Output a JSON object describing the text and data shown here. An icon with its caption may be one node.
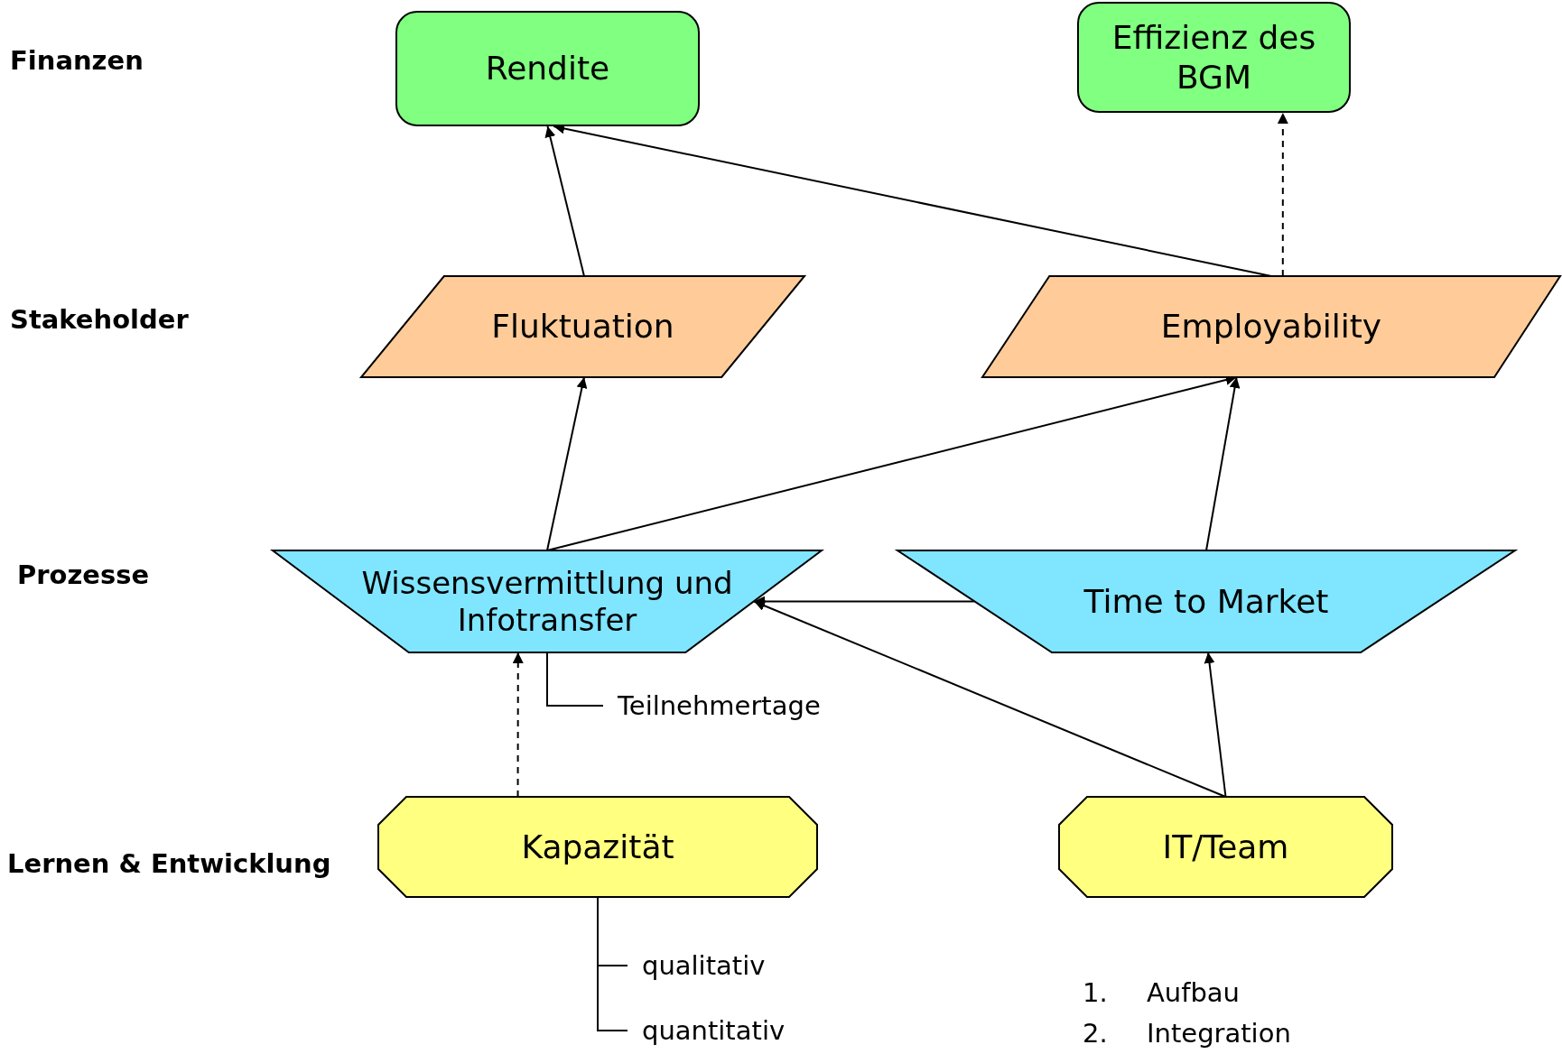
{
  "diagram": {
    "nodes": [
      {
        "text": [
          "Rendite"
        ]
      },
      {
        "text": [
          "Effizienz des BGM"
        ]
      },
      {
        "text": [
          "Fluktuation"
        ]
      },
      {
        "text": [
          "Employability"
        ]
      },
      {
        "text": [
          "Wissensvermittlung und Infotransfer"
        ]
      },
      {
        "text": [
          "Time to Market"
        ]
      },
      {
        "text": [
          "Teilnehmertage"
        ]
      },
      {
        "text": [
          "Kapazität"
        ]
      },
      {
        "text": [
          "IT/Team"
        ]
      },
      {
        "text": [
          "qualitativ"
        ]
      },
      {
        "text": [
          "quantitativ"
        ]
      }
    ],
    "edges": [
      {
        "from": 2,
        "to": 0,
        "arrow": "to"
      },
      {
        "from": 3,
        "to": 0,
        "arrow": "to"
      },
      {
        "from": 3,
        "to": 1,
        "arrow": "to",
        "style": "dashed"
      },
      {
        "from": 4,
        "to": 2,
        "arrow": "to"
      },
      {
        "from": 4,
        "to": 3,
        "arrow": "to"
      },
      {
        "from": 5,
        "to": 3,
        "arrow": "to"
      },
      {
        "from": 5,
        "to": 4,
        "arrow": "to"
      },
      {
        "from": 8,
        "to": 4,
        "arrow": "to"
      },
      {
        "from": 8,
        "to": 5,
        "arrow": "to"
      },
      {
        "from": 7,
        "to": 4,
        "arrow": "to",
        "style": "dashed"
      },
      {
        "from": 6,
        "to": 4,
        "arrow": "none"
      },
      {
        "from": 9,
        "to": 7,
        "arrow": "none"
      },
      {
        "from": 10,
        "to": 7,
        "arrow": "none"
      }
    ],
    "labels": [
      "Finanzen",
      "Stakeholder",
      "Prozesse",
      "Lernen & Entwicklung",
      "1.",
      "Aufbau",
      "2.",
      "Integration"
    ]
  }
}
